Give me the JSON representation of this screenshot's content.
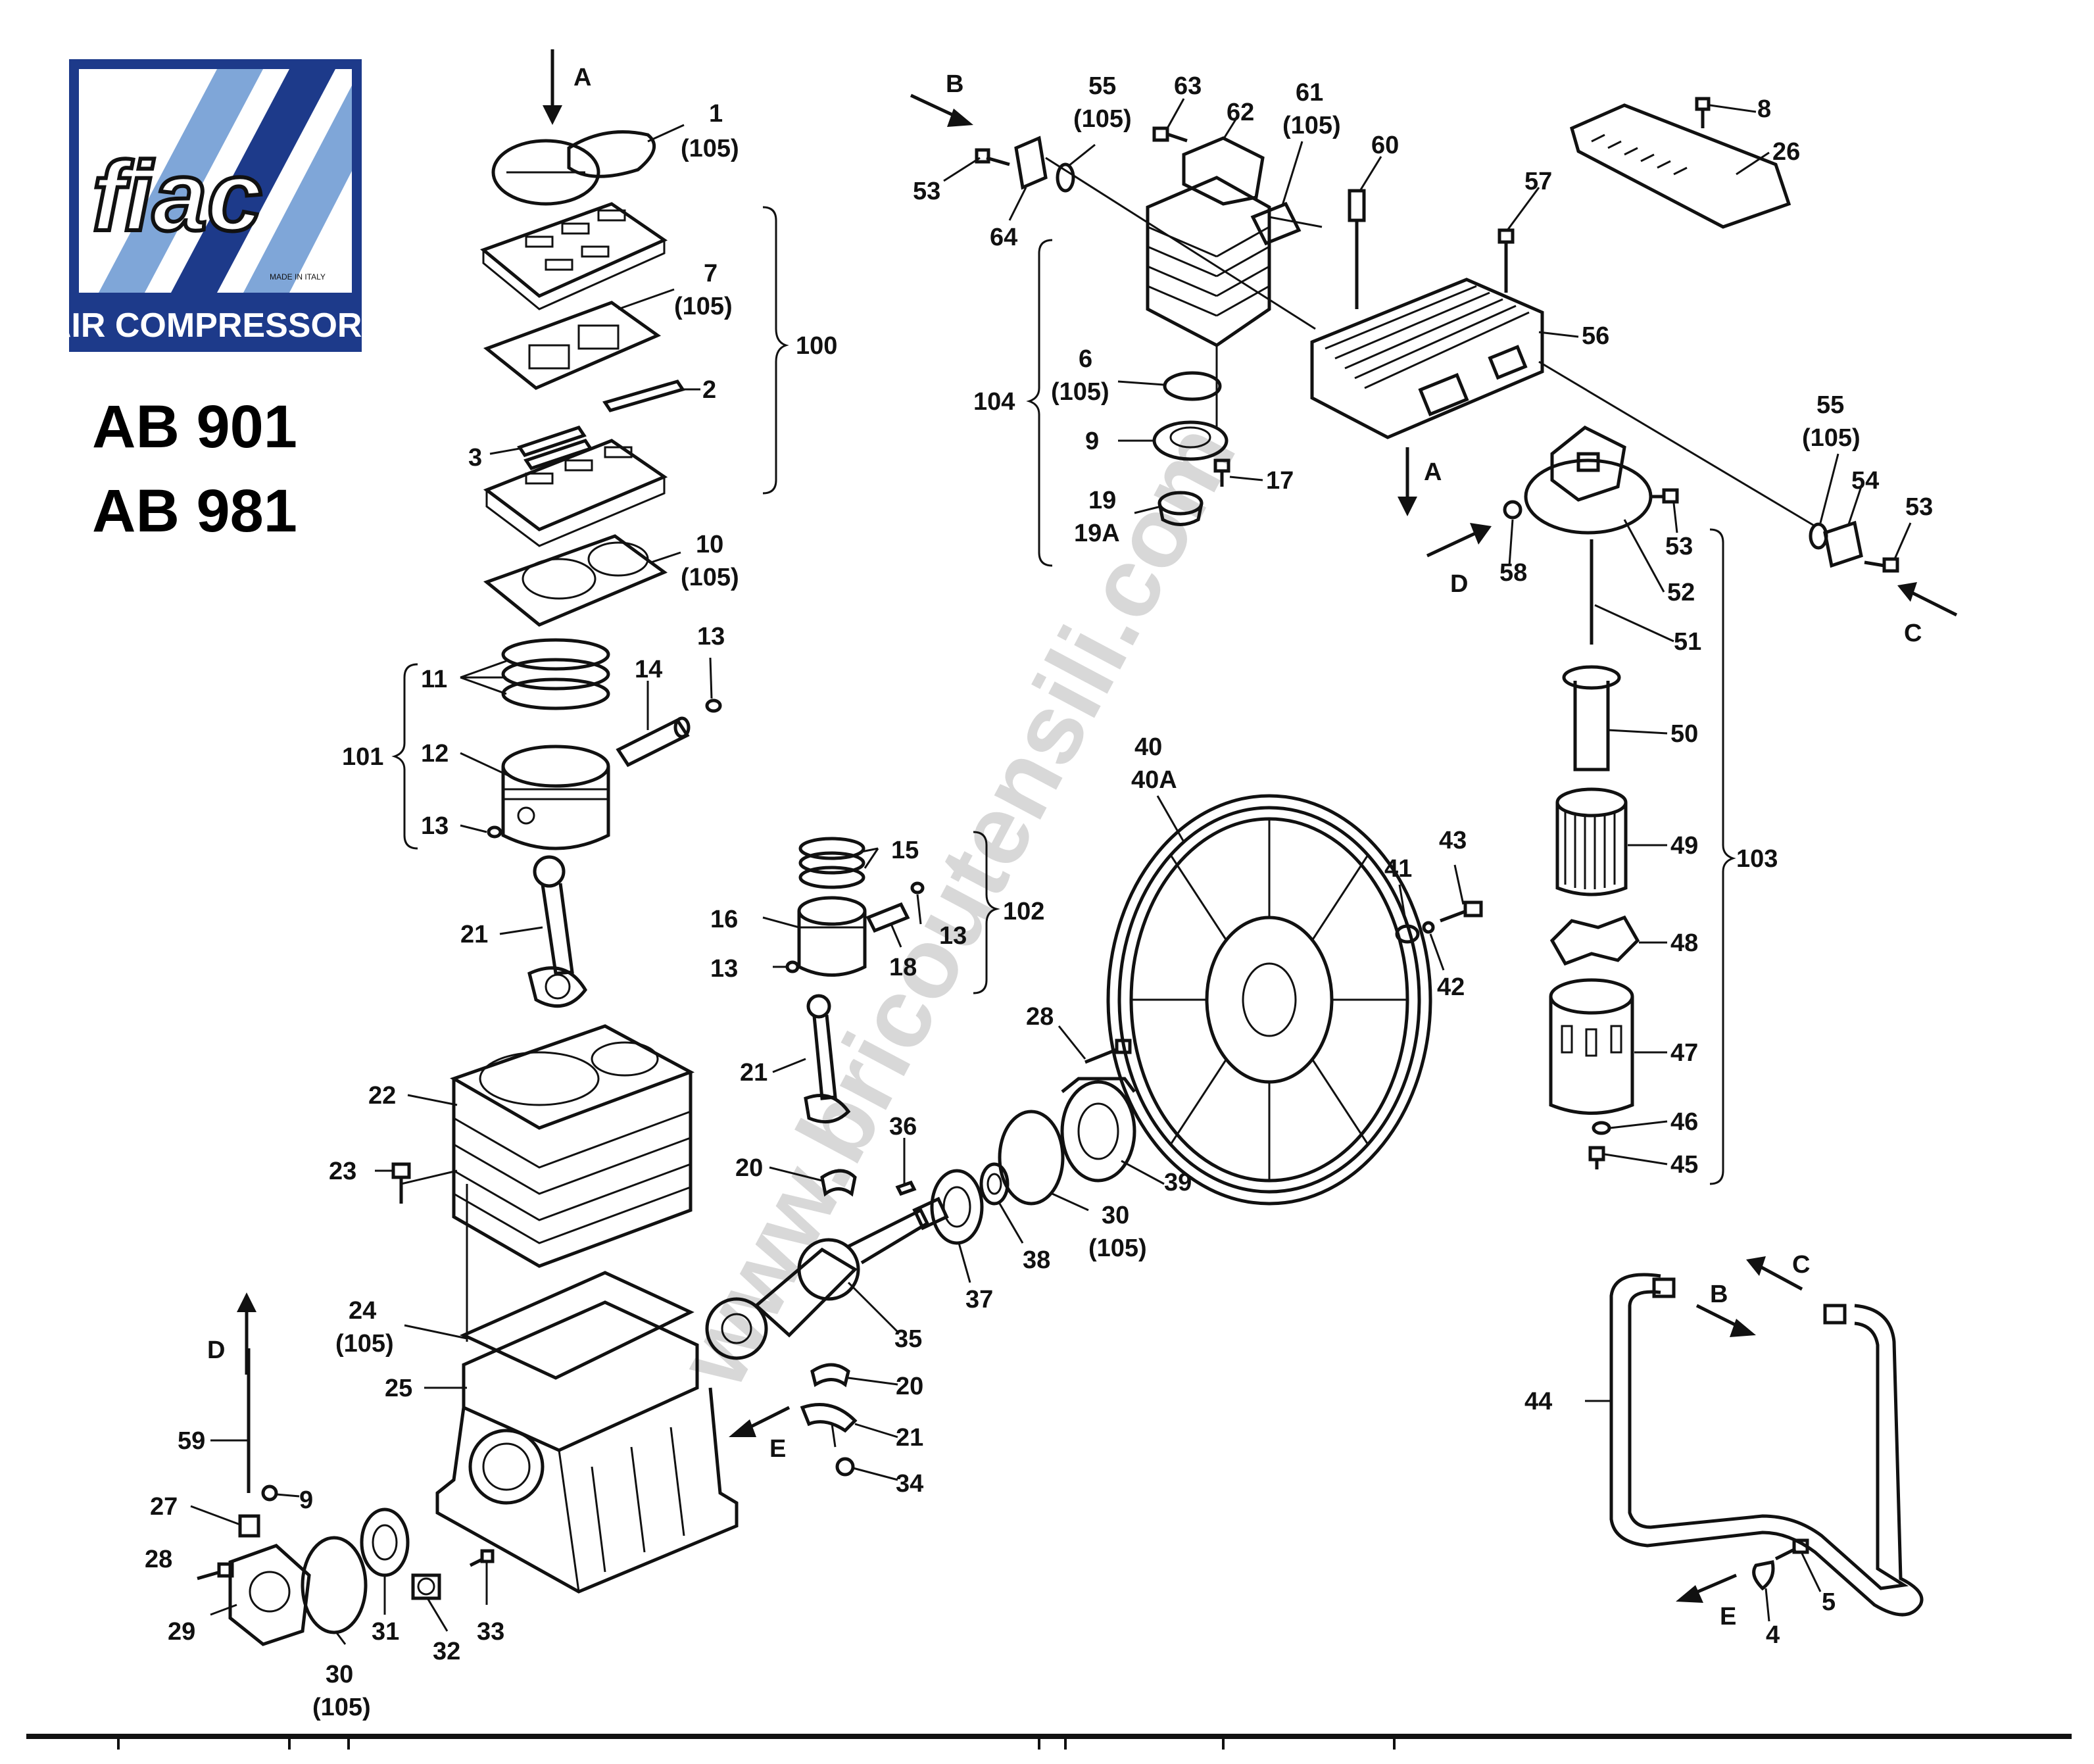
{
  "logo": {
    "brand": "fiac",
    "made_in": "MADE IN ITALY",
    "tagline": "AIR COMPRESSORS",
    "colors": {
      "blue": "#1d3a8a",
      "light_blue": "#7fa6d8",
      "white": "#ffffff"
    }
  },
  "models": [
    "AB 901",
    "AB 981"
  ],
  "watermark": "www.bricoutensili.com",
  "arrows": {
    "A1": "A",
    "A2": "A",
    "B1": "B",
    "B2": "B",
    "C1": "C",
    "C2": "C",
    "D1": "D",
    "D2": "D",
    "E1": "E",
    "E2": "E"
  },
  "labels": {
    "p1": "1",
    "p1b": "(105)",
    "p7": "7",
    "p7b": "(105)",
    "p2": "2",
    "p3": "3",
    "p100": "100",
    "p10": "10",
    "p10b": "(105)",
    "p11": "11",
    "p13a": "13",
    "p14": "14",
    "p101": "101",
    "p12": "12",
    "p13b": "13",
    "p21a": "21",
    "p15": "15",
    "p16": "16",
    "p13c": "13",
    "p13d": "13",
    "p18": "18",
    "p102": "102",
    "p21b": "21",
    "p22": "22",
    "p23": "23",
    "p20a": "20",
    "p36": "36",
    "p24": "24",
    "p24b": "(105)",
    "p25": "25",
    "p35": "35",
    "p37": "37",
    "p38": "38",
    "p30a": "30",
    "p30ab": "(105)",
    "p39": "39",
    "p28a": "28",
    "p20b": "20",
    "p21c": "21",
    "p34": "34",
    "p59": "59",
    "p27": "27",
    "p9a": "9",
    "p28b": "28",
    "p29": "29",
    "p30b": "30",
    "p30bb": "(105)",
    "p31": "31",
    "p32": "32",
    "p33": "33",
    "p53a": "53",
    "p64": "64",
    "p55a": "55",
    "p55ab": "(105)",
    "p63": "63",
    "p62": "62",
    "p61": "61",
    "p61b": "(105)",
    "p60": "60",
    "p104": "104",
    "p6": "6",
    "p6b": "(105)",
    "p9b": "9",
    "p17": "17",
    "p19": "19",
    "p19a": "19A",
    "p8": "8",
    "p26": "26",
    "p57": "57",
    "p56": "56",
    "p55b": "55",
    "p55bb": "(105)",
    "p54": "54",
    "p53c": "53",
    "p53b": "53",
    "p58": "58",
    "p52": "52",
    "p51": "51",
    "p50": "50",
    "p49": "49",
    "p48": "48",
    "p47": "47",
    "p46": "46",
    "p45": "45",
    "p103": "103",
    "p40": "40",
    "p40a": "40A",
    "p41": "41",
    "p43": "43",
    "p42": "42",
    "p44": "44",
    "p5": "5",
    "p4": "4"
  }
}
